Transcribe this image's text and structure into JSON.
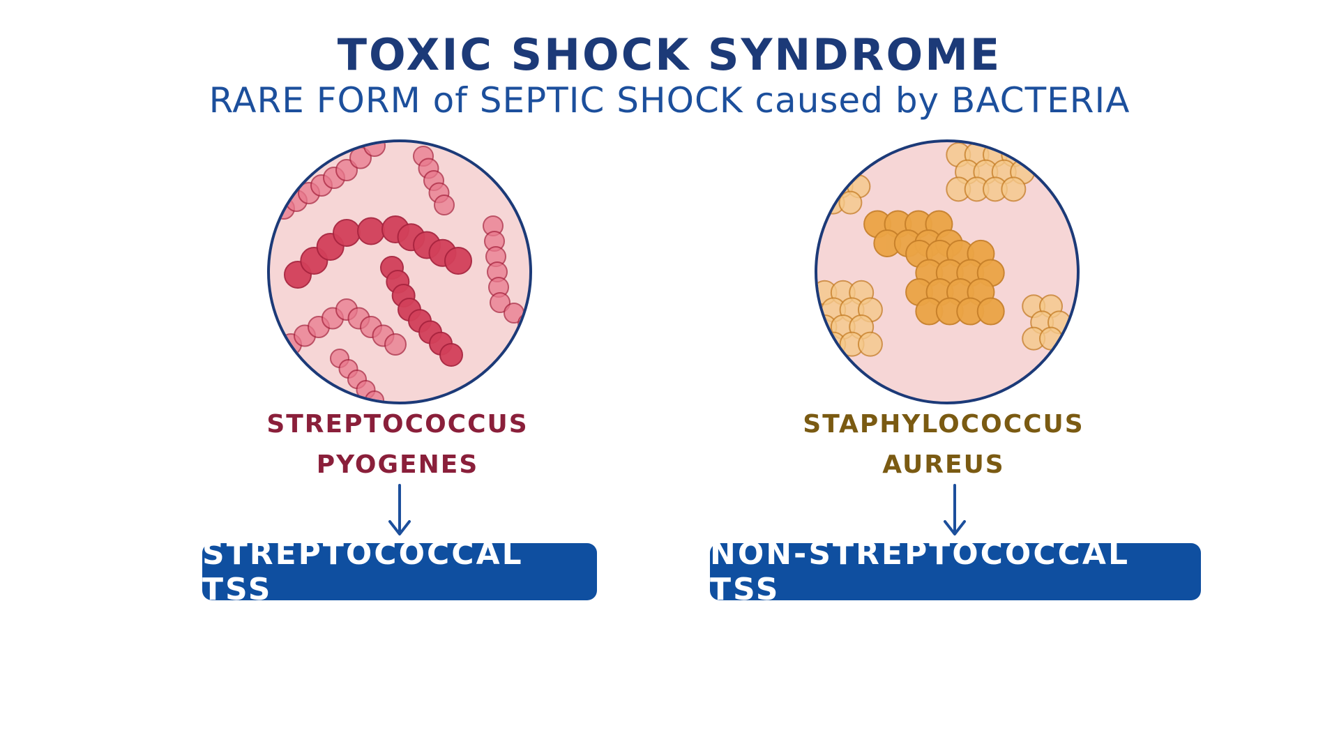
{
  "title": "TOXIC SHOCK SYNDROME",
  "subtitle": "RARE FORM of SEPTIC SHOCK caused by BACTERIA",
  "colors": {
    "title": "#1c3a78",
    "subtitle": "#1c4f9c",
    "circle_bg": "#f6d6d6",
    "circle_border": "#1c3a78",
    "strep_cell": "#d2405a",
    "strep_cell_light": "#e8798c",
    "staph_cell": "#eba445",
    "staph_cell_light": "#f5c98a",
    "strep_label": "#8a1f3a",
    "staph_label": "#7a5a12",
    "box_bg": "#0f4fa0",
    "arrow": "#1c4f9c"
  },
  "left": {
    "organism_line1": "STREPTOCOCCUS",
    "organism_line2": "PYOGENES",
    "result": "STREPTOCOCCAL TSS",
    "icon": "streptococcus-chain-icon"
  },
  "right": {
    "organism_line1": "STAPHYLOCOCCUS",
    "organism_line2": "AUREUS",
    "result": "NON-STREPTOCOCCAL TSS",
    "icon": "staphylococcus-cluster-icon"
  }
}
